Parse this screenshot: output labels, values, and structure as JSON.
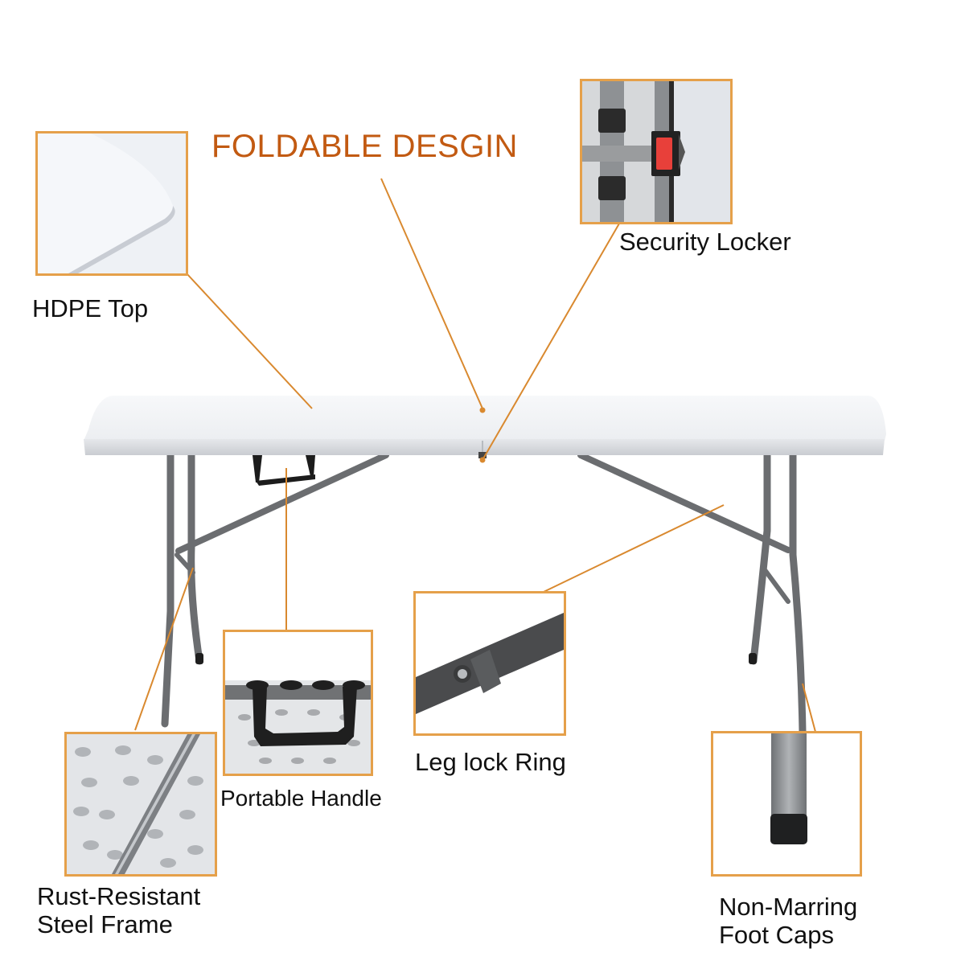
{
  "title": "FOLDABLE DESGIN",
  "colors": {
    "callout_line": "#d9892f",
    "callout_box": "#e5a04a",
    "title": "#c25a12",
    "frame": "#6b6d70",
    "tabletop": "#f2f3f5",
    "lock_red": "#e8403a"
  },
  "features": [
    {
      "id": "hdpe-top",
      "label": "HDPE Top"
    },
    {
      "id": "security-locker",
      "label": "Security Locker"
    },
    {
      "id": "portable-handle",
      "label": "Portable Handle"
    },
    {
      "id": "leg-lock-ring",
      "label": "Leg lock Ring"
    },
    {
      "id": "rust-resistant-frame",
      "label_line1": "Rust-Resistant",
      "label_line2": "Steel Frame"
    },
    {
      "id": "foot-caps",
      "label_line1": "Non-Marring",
      "label_line2": "Foot Caps"
    }
  ]
}
